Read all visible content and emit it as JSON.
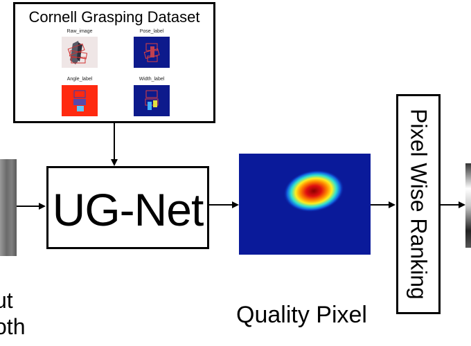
{
  "dataset": {
    "title": "Cornell Grasping Dataset",
    "captions": [
      "Raw_image",
      "Pose_label",
      "Angle_label",
      "Width_label"
    ]
  },
  "network": {
    "label": "UG-Net"
  },
  "heatmap": {
    "label": "Quality Pixel"
  },
  "ranking": {
    "label": "Pixel Wise Ranking"
  },
  "left_cut": {
    "line1": "ut",
    "line2": "oth"
  },
  "colors": {
    "heatmap_bg": "#0a1a9a",
    "hot": "#c01010",
    "angle_bg": "#ff2a10",
    "pose_bg": "#0d1a8c"
  }
}
